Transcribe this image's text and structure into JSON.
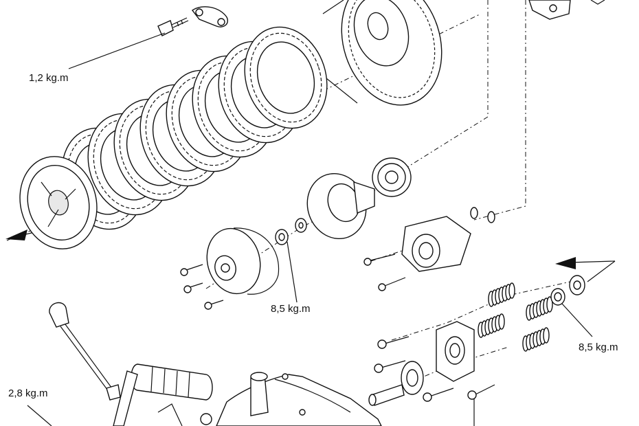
{
  "torque_labels": {
    "bolt_top": "1,2 kg.m",
    "nut_center": "8,5 kg.m",
    "nut_right": "8,5 kg.m",
    "lever_left": "2,8 kg.m"
  }
}
